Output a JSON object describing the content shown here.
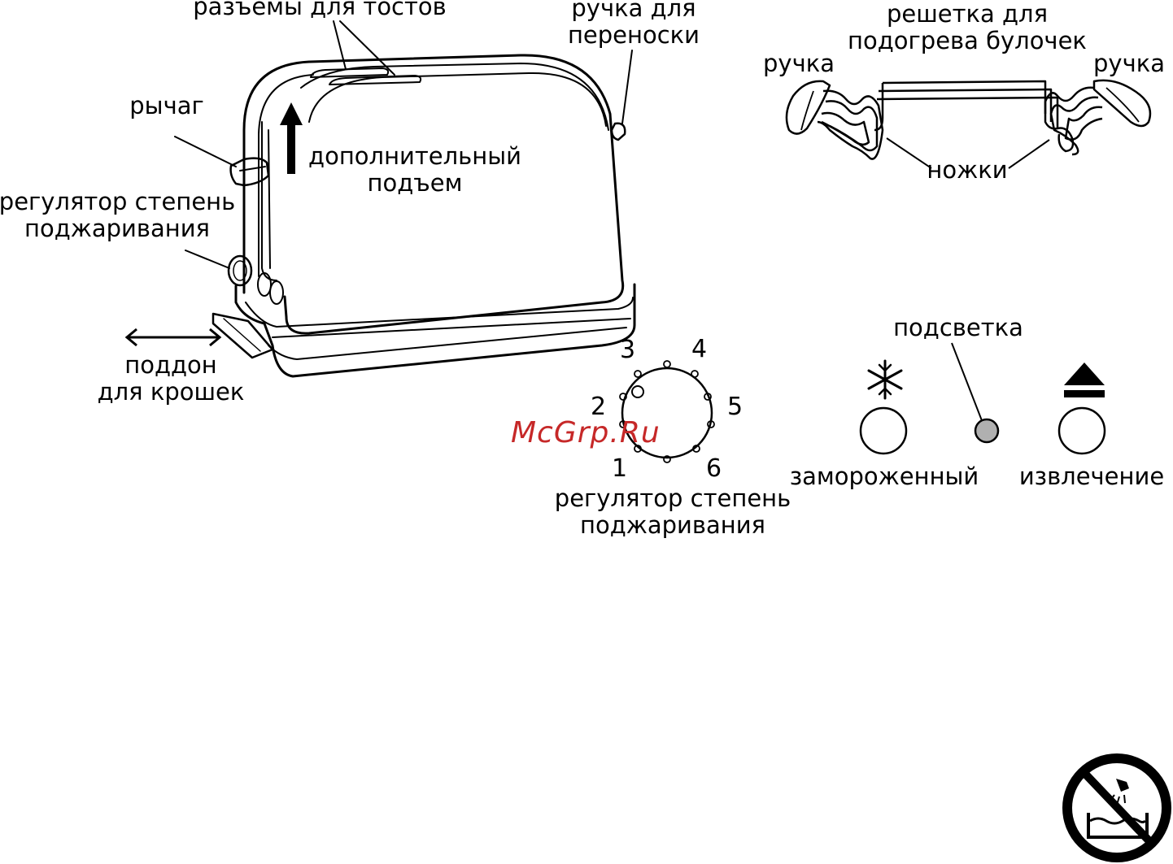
{
  "toaster": {
    "slots_label": "разъемы для тостов",
    "carry_handle_label": [
      "ручка для",
      "переноски"
    ],
    "lever_label": "рычаг",
    "lift_label": [
      "дополнительный",
      "подъем"
    ],
    "browning_label": [
      "регулятор степень",
      "поджаривания"
    ],
    "tray_label": [
      "поддон",
      "для крошек"
    ]
  },
  "rack": {
    "title": [
      "решетка для",
      "подогрева булочек"
    ],
    "handle_left": "ручка",
    "handle_right": "ручка",
    "legs_label": "ножки"
  },
  "dial": {
    "settings": [
      "1",
      "2",
      "3",
      "4",
      "5",
      "6"
    ],
    "label": [
      "регулятор степень",
      "поджаривания"
    ]
  },
  "controls": {
    "light_label": "подсветка",
    "frozen_label": "замороженный",
    "frozen_icon": "snowflake-icon",
    "eject_label": "извлечение",
    "eject_icon": "eject-icon",
    "indicator_color": "#b0b0b0"
  },
  "watermark": "McGrp.Ru",
  "warning_icon": "no-immersion-icon"
}
